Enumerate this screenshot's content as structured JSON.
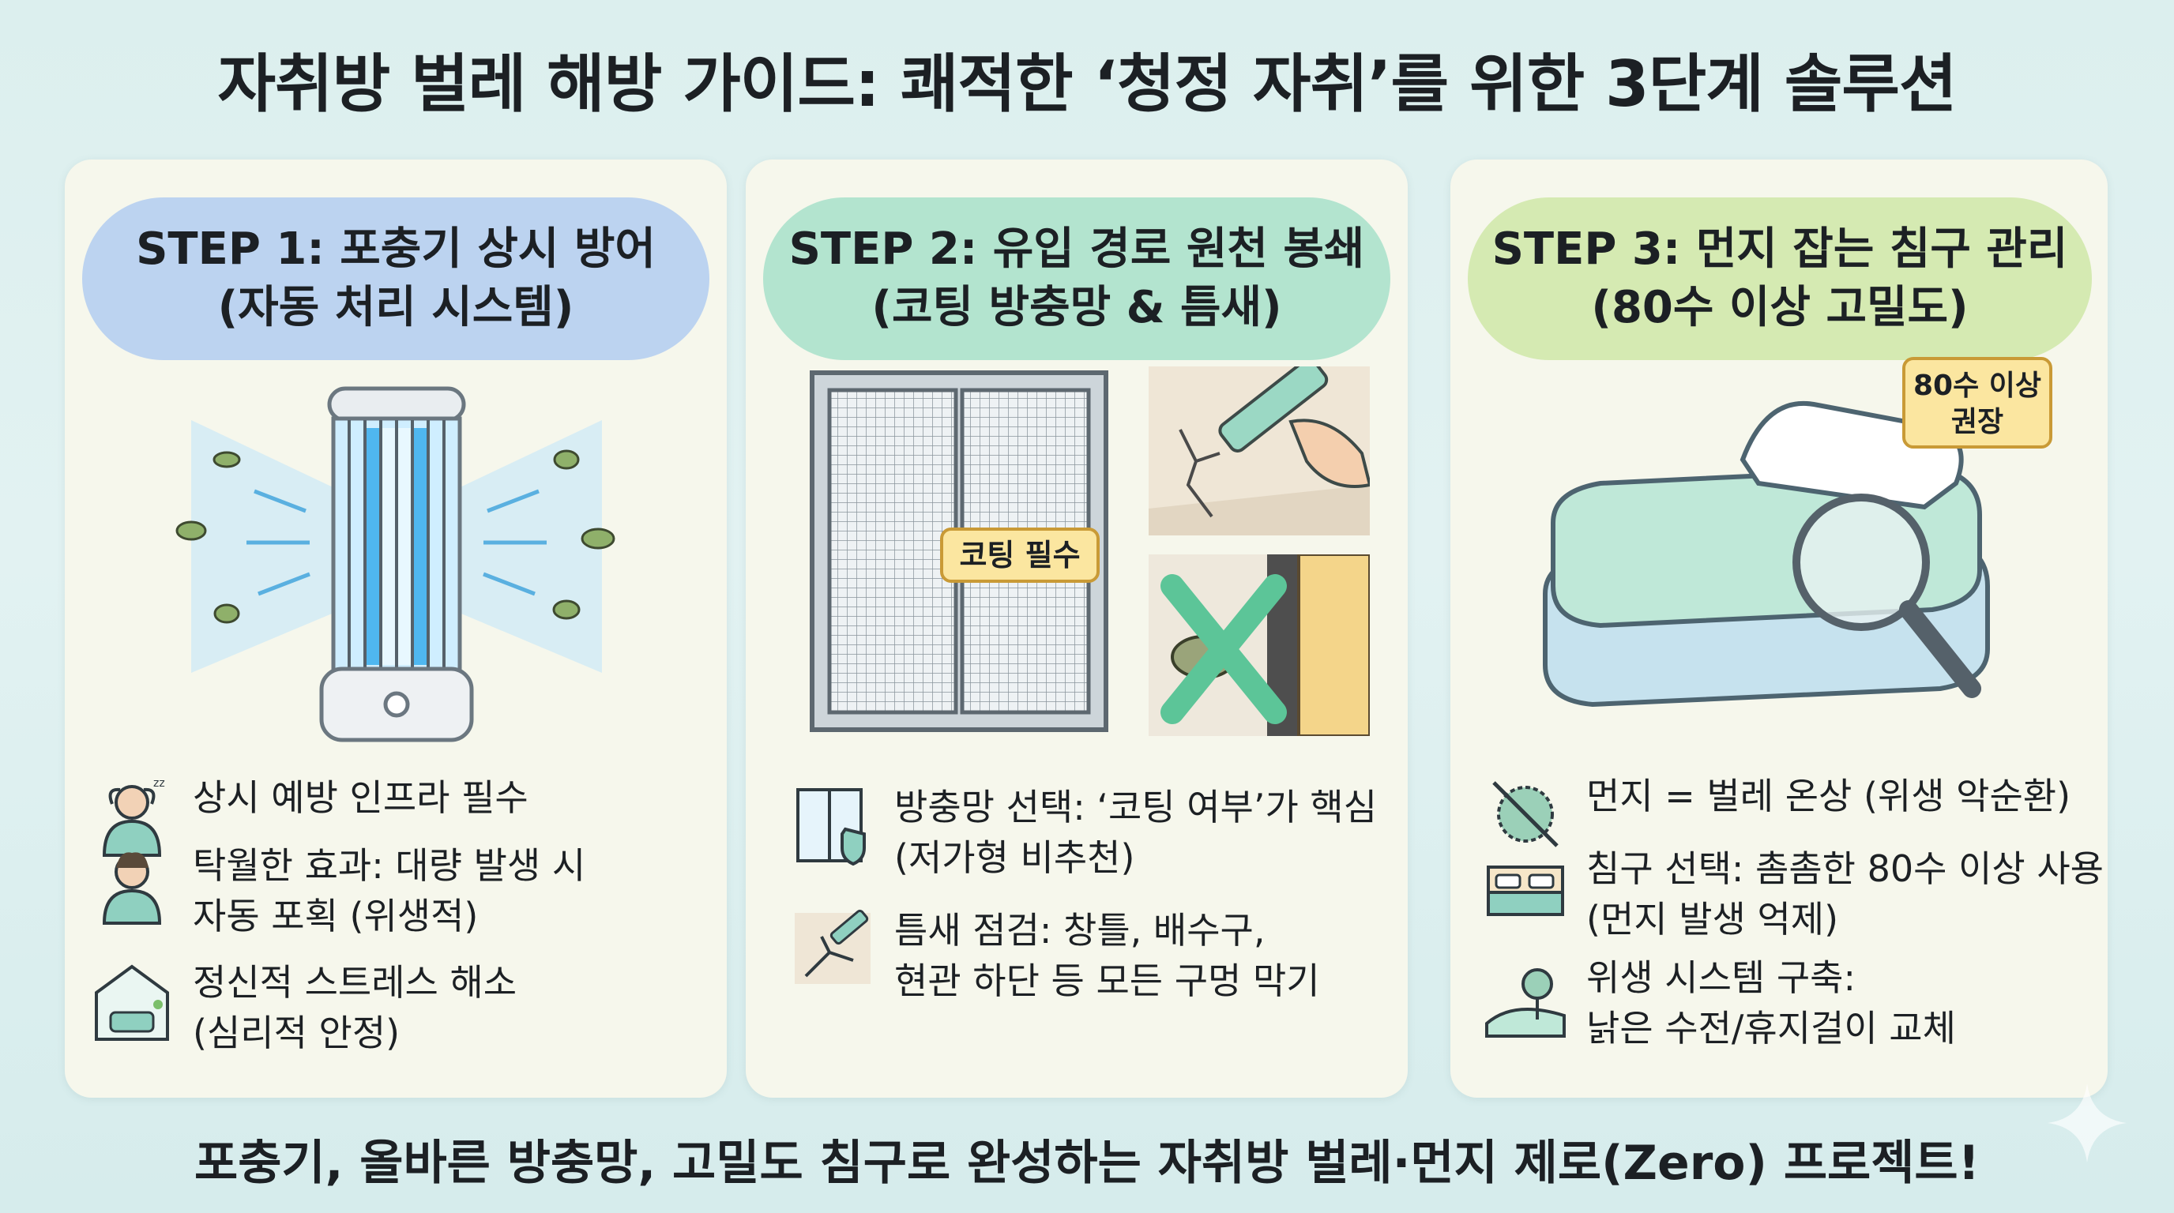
{
  "title": "자취방 벌레 해방 가이드: 쾌적한 ‘청정 자취’를 위한 3단계 솔루션",
  "footer": "포충기, 올바른 방충망, 고밀도 침구로 완성하는 자취방 벌레·먼지 제로(Zero) 프로젝트!",
  "steps": [
    {
      "header_line1": "STEP 1: 포충기 상시 방어",
      "header_line2": "(자동 처리 시스템)",
      "header_color": "#bcd3f0",
      "items": [
        {
          "icon": "relaxed-person-icon",
          "lines": [
            "상시 예방 인프라 필수"
          ]
        },
        {
          "icon": "happy-person-icon",
          "lines": [
            "탁월한 효과: 대량 발생 시",
            "자동 포획 (위생적)"
          ]
        },
        {
          "icon": "cozy-room-icon",
          "lines": [
            "정신적 스트레스 해소",
            "(심리적 안정)"
          ]
        }
      ]
    },
    {
      "header_line1": "STEP 2: 유입 경로 원천 봉쇄",
      "header_line2": "(코팅 방충망 & 틈새)",
      "header_color": "#b3e4cf",
      "badge": "코팅 필수",
      "items": [
        {
          "icon": "window-shield-icon",
          "lines": [
            "방충망 선택: ‘코팅 여부’가 핵심",
            "(저가형 비추천)"
          ]
        },
        {
          "icon": "caulk-gap-icon",
          "lines": [
            "틈새 점검: 창틀, 배수구,",
            "현관 하단 등 모든 구멍 막기"
          ]
        }
      ]
    },
    {
      "header_line1": "STEP 3: 먼지 잡는 침구 관리",
      "header_line2": "(80수 이상 고밀도)",
      "header_color": "#d5eab2",
      "tag_line1": "80수 이상",
      "tag_line2": "권장",
      "items": [
        {
          "icon": "no-dust-icon",
          "lines": [
            "먼지 = 벌레 온상 (위생 악순환)"
          ]
        },
        {
          "icon": "bed-icon",
          "lines": [
            "침구 선택: 촘촘한 80수 이상 사용",
            "(먼지 발생 억제)"
          ]
        },
        {
          "icon": "clean-nature-icon",
          "lines": [
            "위생 시스템 구축:",
            "낡은 수전/휴지걸이 교체"
          ]
        }
      ]
    }
  ]
}
